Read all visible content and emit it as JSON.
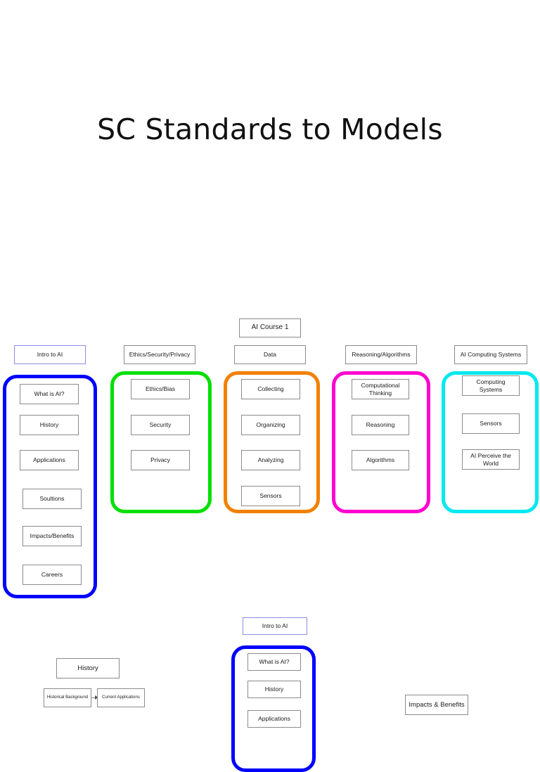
{
  "page": {
    "title": "SC Standards to Models",
    "background_color": "#ffffff"
  },
  "course_header": {
    "label": "AI Course 1"
  },
  "columns": [
    {
      "header": "Intro to AI",
      "header_border_color": "#8c8ce0",
      "group_color": "#0000ff",
      "items": [
        "What is AI?",
        "History",
        "Applications",
        "Soultions",
        "Impacts/Benefits",
        "Careers"
      ]
    },
    {
      "header": "Ethics/Security/Privacy",
      "header_border_color": "#8b8b8b",
      "group_color": "#00e000",
      "items": [
        "Ethics/Bias",
        "Security",
        "Privacy"
      ]
    },
    {
      "header": "Data",
      "header_border_color": "#8b8b8b",
      "group_color": "#f28000",
      "items": [
        "Collecting",
        "Organizing",
        "Analyzing",
        "Sensors"
      ]
    },
    {
      "header": "Reasoning/Algorithms",
      "header_border_color": "#8b8b8b",
      "group_color": "#ff00d0",
      "items": [
        "Computational Thinking",
        "Reasoning",
        "Algorithms"
      ]
    },
    {
      "header": "AI Computing Systems",
      "header_border_color": "#8b8b8b",
      "group_color": "#00e8f0",
      "items": [
        "Computing Systems",
        "Sensors",
        "AI Perceive the World"
      ]
    }
  ],
  "bottom_left": {
    "header": "History",
    "steps": [
      "Historical Background",
      "Current Applications"
    ]
  },
  "bottom_center": {
    "header": "Intro to AI",
    "header_border_color": "#8c8ce0",
    "group_color": "#0000ff",
    "items": [
      "What is AI?",
      "History",
      "Applications"
    ]
  },
  "bottom_right": {
    "label": "Impacts & Benefits"
  }
}
